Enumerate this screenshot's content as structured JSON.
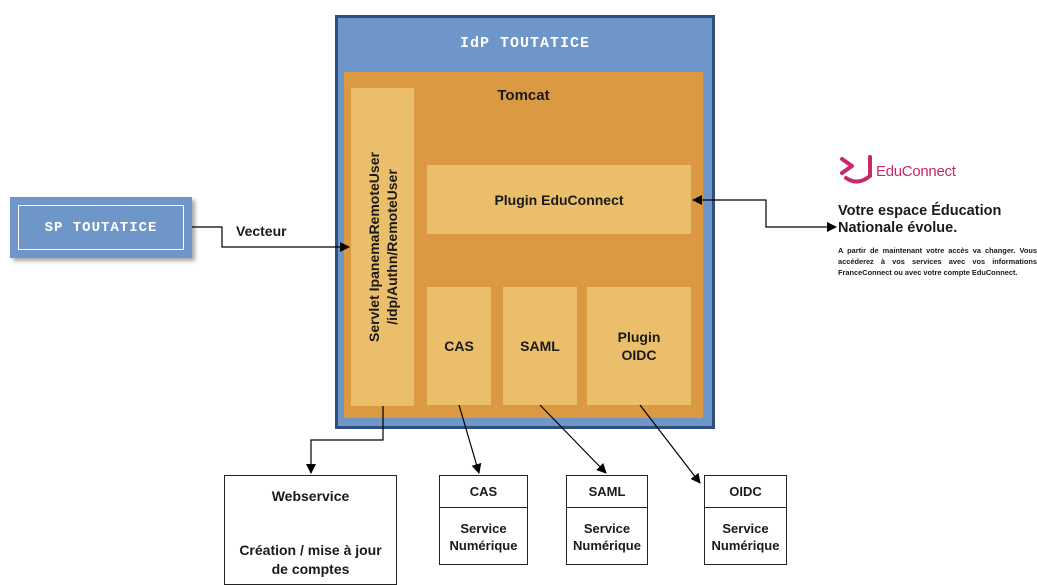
{
  "sp": {
    "label": "SP TOUTATICE"
  },
  "connector": {
    "vecteur": "Vecteur"
  },
  "idp": {
    "title": "IdP TOUTATICE",
    "tomcat": {
      "title": "Tomcat",
      "servlet_line1": "Servlet IpanemaRemoteUser",
      "servlet_line2": "/idp/Authn/RemoteUser",
      "plugin_educonnect": "Plugin EduConnect",
      "cas": "CAS",
      "saml": "SAML",
      "plugin_oidc_line1": "Plugin",
      "plugin_oidc_line2": "OIDC"
    }
  },
  "webservice": {
    "title": "Webservice",
    "desc_line1": "Création / mise à jour",
    "desc_line2": "de comptes"
  },
  "services": [
    {
      "title": "CAS",
      "line1": "Service",
      "line2": "Numérique"
    },
    {
      "title": "SAML",
      "line1": "Service",
      "line2": "Numérique"
    },
    {
      "title": "OIDC",
      "line1": "Service",
      "line2": "Numérique"
    }
  ],
  "educonnect": {
    "logo_text": "EduConnect",
    "heading": "Votre espace Éducation Nationale évolue.",
    "body": "A partir de maintenant votre accès va changer. Vous accéderez à vos services avec vos informations FranceConnect ou avec votre compte EduConnect.",
    "brand_color": "#c8286b"
  },
  "colors": {
    "idp_blue": "#6e96c8",
    "tomcat_orange": "#db9942",
    "component_light": "#ebbe6b"
  }
}
